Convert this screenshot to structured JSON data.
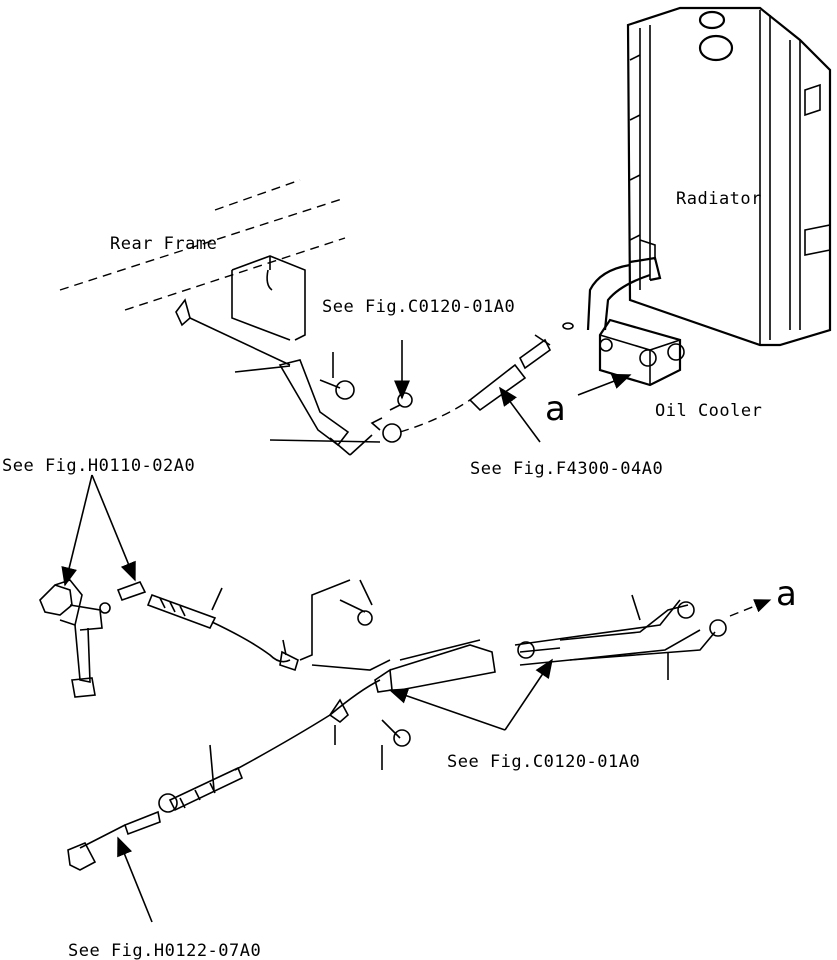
{
  "labels": {
    "radiator": "Radiator",
    "rear_frame": "Rear Frame",
    "oil_cooler": "Oil Cooler",
    "see_c0120_top": "See Fig.C0120-01A0",
    "see_f4300": "See Fig.F4300-04A0",
    "see_h0110": "See Fig.H0110-02A0",
    "see_c0120_bottom": "See Fig.C0120-01A0",
    "see_h0122": "See Fig.H0122-07A0",
    "connector_a_top": "a",
    "connector_a_right": "a"
  }
}
